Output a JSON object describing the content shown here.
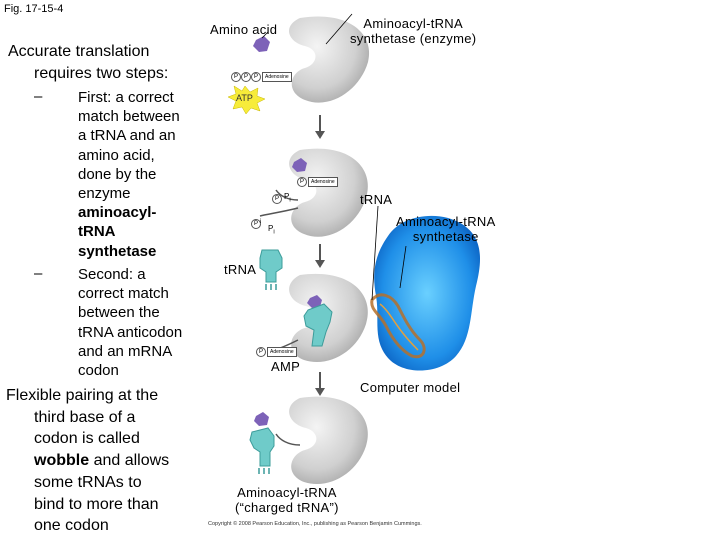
{
  "fig_label": "Fig. 17-15-4",
  "left": {
    "heading": [
      "Accurate translation",
      "requires two steps:"
    ],
    "bullets": [
      {
        "dash": "–",
        "lines": [
          "First: a correct",
          "match between",
          "a tRNA and an",
          "amino acid,",
          "done by the",
          "enzyme",
          "aminoacyl-",
          "tRNA",
          "synthetase"
        ]
      },
      {
        "dash": "–",
        "lines": [
          "Second: a",
          "correct match",
          "between the",
          "tRNA anticodon",
          "and an mRNA",
          "codon"
        ]
      }
    ],
    "wobble": [
      "Flexible pairing at the",
      "third base of a",
      "codon is called",
      "wobble",
      "and allows",
      "some tRNAs to",
      "bind to more than",
      "one codon"
    ]
  },
  "diagram": {
    "amino_acid": "Amino acid",
    "enzyme": [
      "Aminoacyl-tRNA",
      "synthetase (enzyme)"
    ],
    "p": "P",
    "adenosine": "Adenosine",
    "atp": "ATP",
    "pi": "P",
    "pi_sub": "i",
    "trna_left": "tRNA",
    "trna_right": "tRNA",
    "aa_trna_synthetase": [
      "Aminoacyl-tRNA",
      "synthetase"
    ],
    "amp": "AMP",
    "computer_model": "Computer model",
    "charged": [
      "Aminoacyl-tRNA",
      "(“charged tRNA”)"
    ],
    "copyright": "Copyright © 2008 Pearson Education, Inc., publishing as Pearson Benjamin Cummings."
  }
}
